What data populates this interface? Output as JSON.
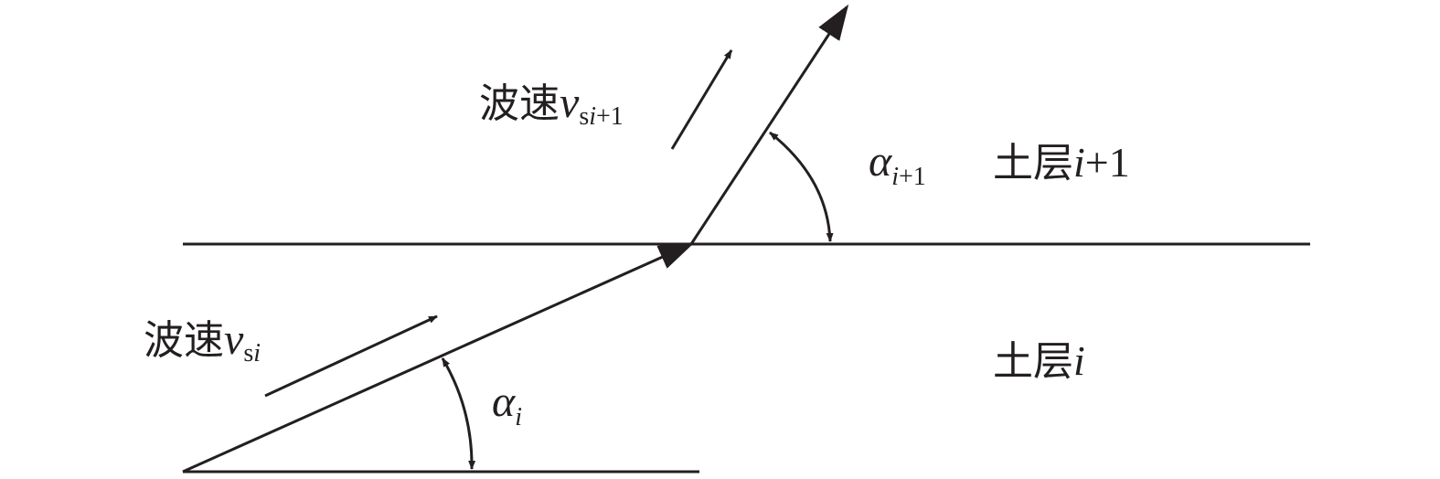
{
  "layers": {
    "upper": {
      "label": "土层",
      "var": "i",
      "suffix": "+1"
    },
    "lower": {
      "label": "土层",
      "var": "i"
    }
  },
  "velocity": {
    "upper": {
      "label": "波速",
      "var": "v",
      "sub_roman": "s",
      "sub_italic": "i",
      "sub_tail": "+1"
    },
    "lower": {
      "label": "波速",
      "var": "v",
      "sub_roman": "s",
      "sub_italic": "i"
    }
  },
  "angles": {
    "upper": {
      "symbol": "α",
      "sub_italic": "i",
      "sub_tail": "+1"
    },
    "lower": {
      "symbol": "α",
      "sub_italic": "i"
    }
  },
  "colors": {
    "ink": "#231f20",
    "background": "#ffffff"
  }
}
